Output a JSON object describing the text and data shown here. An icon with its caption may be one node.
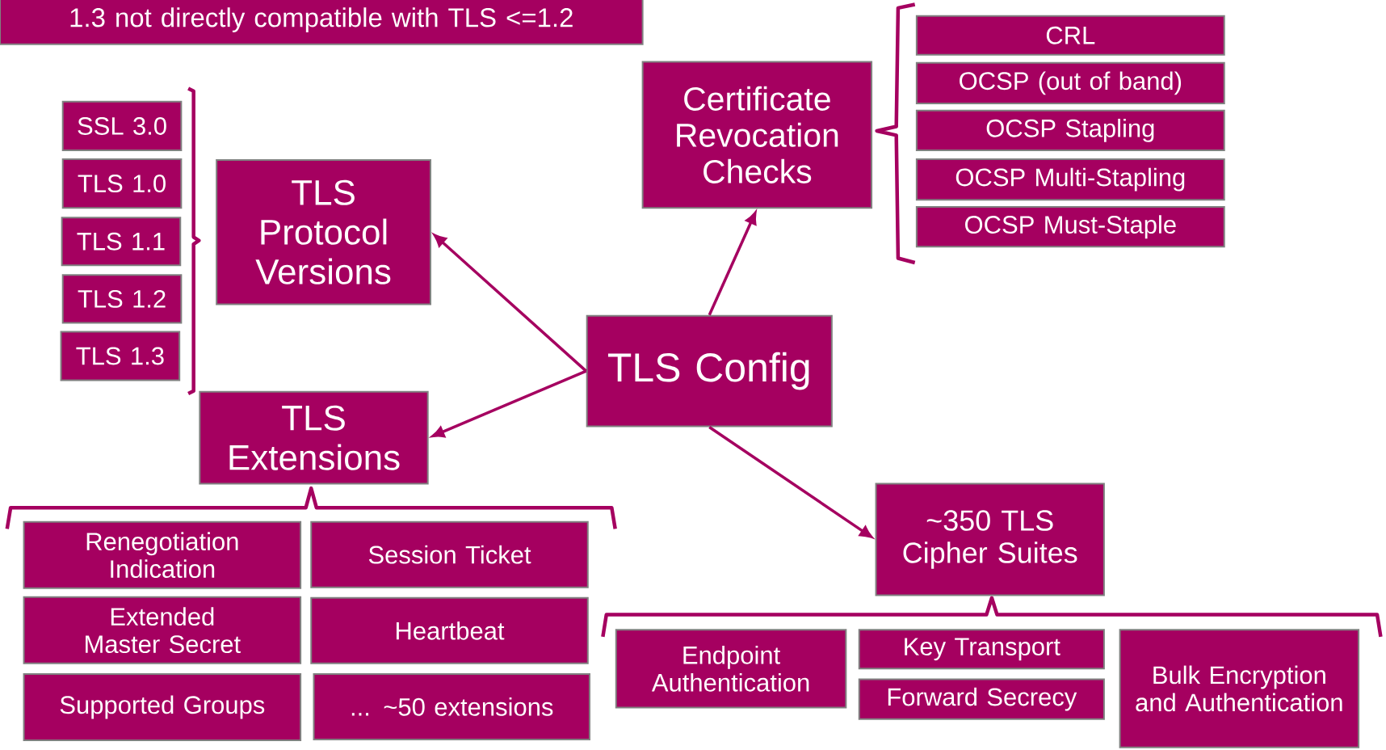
{
  "diagram": {
    "nodes": [
      {
        "text": [
          "1.3 not directly compatible with TLS <=1.2"
        ]
      },
      {
        "text": [
          "TLS Config"
        ]
      },
      {
        "text": [
          "TLS Protocol Versions"
        ]
      },
      {
        "text": [
          "Certificate Revocation Checks"
        ]
      },
      {
        "text": [
          "TLS Extensions"
        ]
      },
      {
        "text": [
          "~350 TLS Cipher Suites"
        ]
      },
      {
        "text": [
          "SSL 3.0"
        ]
      },
      {
        "text": [
          "TLS 1.0"
        ]
      },
      {
        "text": [
          "TLS 1.1"
        ]
      },
      {
        "text": [
          "TLS 1.2"
        ]
      },
      {
        "text": [
          "TLS 1.3"
        ]
      },
      {
        "text": [
          "CRL"
        ]
      },
      {
        "text": [
          "OCSP (out of band)"
        ]
      },
      {
        "text": [
          "OCSP Stapling"
        ]
      },
      {
        "text": [
          "OCSP Multi-Stapling"
        ]
      },
      {
        "text": [
          "OCSP Must-Staple"
        ]
      },
      {
        "text": [
          "Renegotiation Indication"
        ]
      },
      {
        "text": [
          "Session Ticket"
        ]
      },
      {
        "text": [
          "Extended Master Secret"
        ]
      },
      {
        "text": [
          "Heartbeat"
        ]
      },
      {
        "text": [
          "Supported Groups"
        ]
      },
      {
        "text": [
          "... ~50 extensions"
        ]
      },
      {
        "text": [
          "Endpoint Authentication"
        ]
      },
      {
        "text": [
          "Key Transport"
        ]
      },
      {
        "text": [
          "Forward Secrecy"
        ]
      },
      {
        "text": [
          "Bulk Encryption and Authentication"
        ]
      }
    ],
    "edges": [
      {
        "from": 1,
        "to": 2,
        "arrow": "to"
      },
      {
        "from": 1,
        "to": 3,
        "arrow": "to"
      },
      {
        "from": 1,
        "to": 4,
        "arrow": "to"
      },
      {
        "from": 1,
        "to": 5,
        "arrow": "to"
      }
    ]
  }
}
